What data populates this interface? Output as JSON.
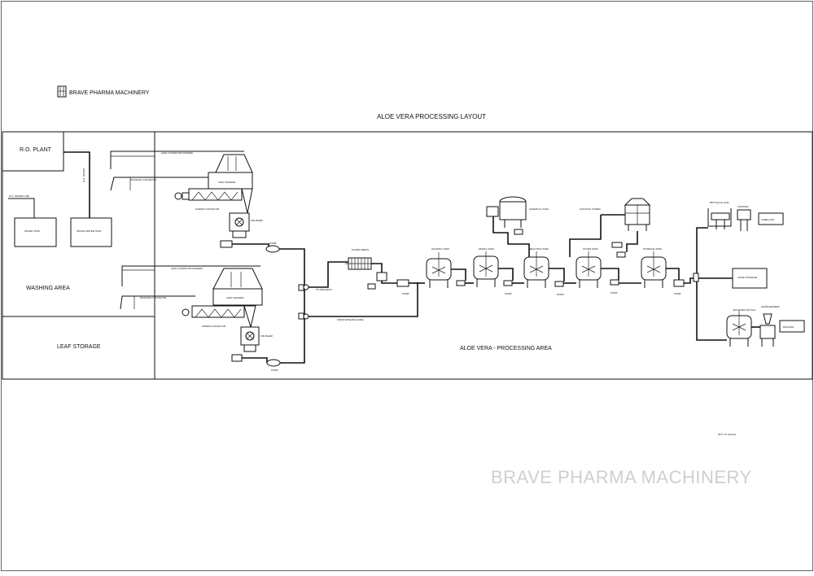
{
  "brand": {
    "logo_text": "BRAVE PHARMA MACHINERY",
    "watermark": "BRAVE PHARMA MACHINERY"
  },
  "layout_title": "ALOE VERA PROCESSING LAYOUT",
  "areas": {
    "ro_plant": "R.O. PLANT",
    "washing": "WASHING AREA",
    "leaf_storage": "LEAF STORAGE",
    "processing": "ALOE VERA - PROCESSING AREA"
  },
  "equipment_labels": {
    "conveyor_top_1": "LEAF CONVEYOR (INFEED)",
    "conveyor_top_2": "WASHING CONVEYOR",
    "conveyor_bot_1": "LEAF CONVEYOR (INFEED)",
    "conveyor_bot_2": "WASHING CONVEYOR",
    "washer_top": "LEAF WASHER",
    "washer_bot": "LEAF WASHER",
    "screw_top": "SCREW CONVEYOR",
    "screw_bot": "SCREW CONVEYOR",
    "crusher_top": "CRUSHER",
    "crusher_bot": "CRUSHER",
    "pump_top": "PUMP",
    "pump_bot": "PUMP",
    "tank_left_1": "WATER TANK",
    "tank_left_2": "WASTE WATER TANK",
    "ro_water_line": "R.O. WATER LINE",
    "ro_water_vertical": "R.O. WATER",
    "filter_press": "FILTER PRESS",
    "junction_1": "TO PROCESS",
    "junction_2": "FROM WASHING AREA",
    "process_tank_1": "HOLDING TANK",
    "process_tank_2": "MIXING TANK",
    "process_tank_3": "REACTION TANK",
    "process_tank_4": "FILTER TANK",
    "process_tank_5": "STORAGE TANK",
    "pump_label": "PUMP",
    "overhead_tank": "CHEMICAL TANK",
    "cooling_tower": "COOLING TOWER",
    "filling_unit": "BOTTLE FILLING",
    "capping_unit": "CAPPING",
    "storage_box_1": "LABELLING",
    "storage_box_2": "JUICE STORAGE",
    "storage_box_3": "PACKING",
    "jacketed_kettle": "JACKETED KETTLE",
    "homogenizer": "HOMOGENIZER",
    "scale_note": "NOT TO SCALE"
  },
  "colors": {
    "line": "#111111",
    "watermark": "#cfcfcf",
    "background": "#ffffff"
  }
}
